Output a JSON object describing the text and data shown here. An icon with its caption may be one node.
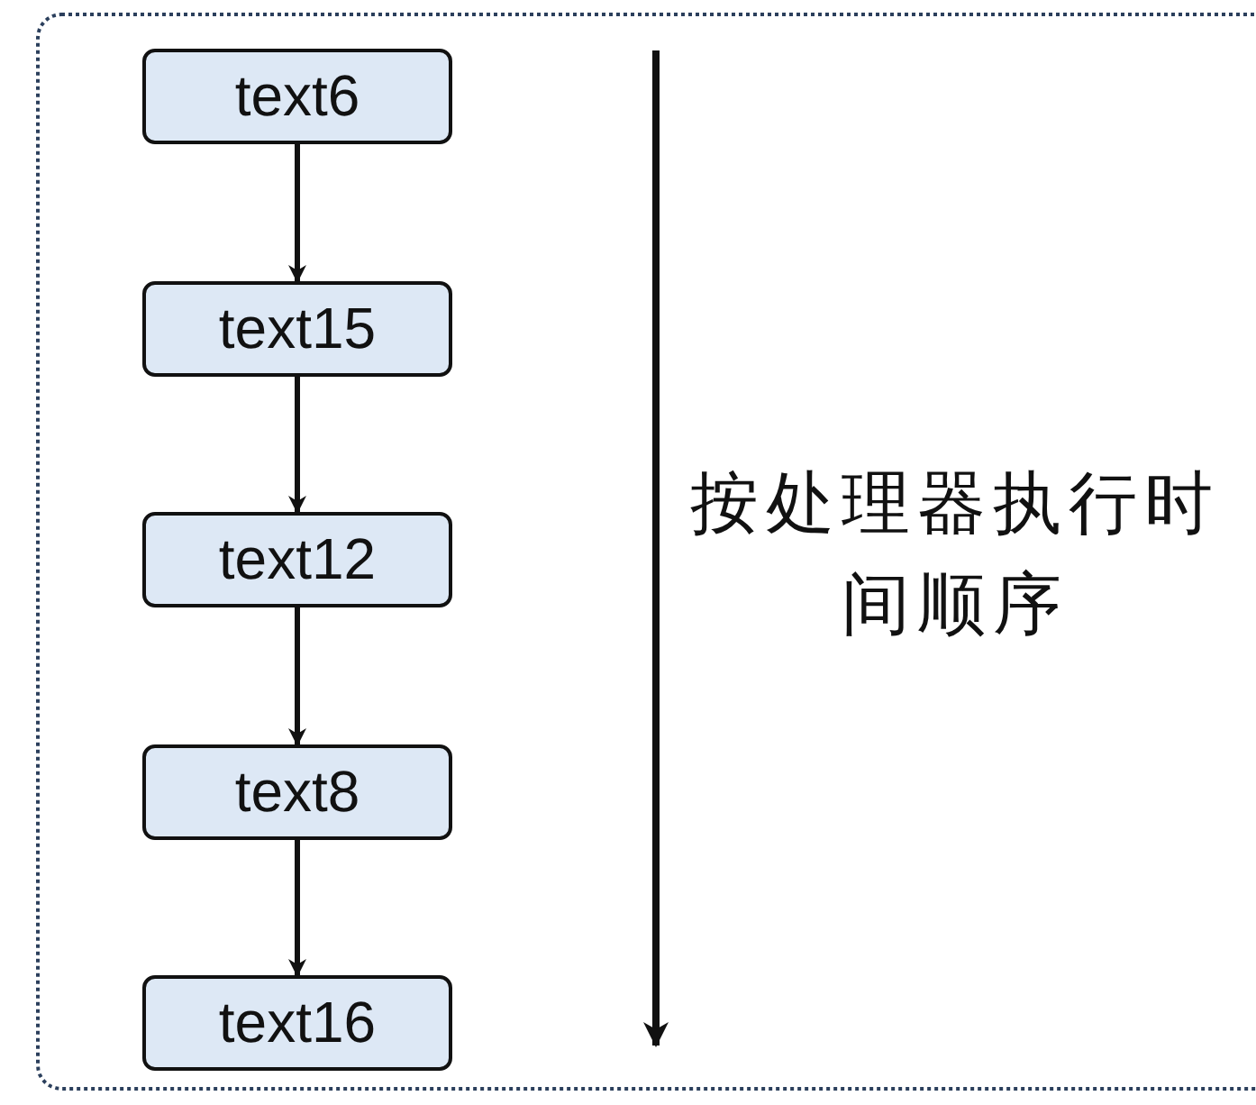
{
  "diagram": {
    "nodes": [
      {
        "text": [
          "text6"
        ]
      },
      {
        "text": [
          "text15"
        ]
      },
      {
        "text": [
          "text12"
        ]
      },
      {
        "text": [
          "text8"
        ]
      },
      {
        "text": [
          "text16"
        ]
      }
    ],
    "edges": [
      {
        "from": 0,
        "to": 1,
        "arrow": "to"
      },
      {
        "from": 1,
        "to": 2,
        "arrow": "to"
      },
      {
        "from": 2,
        "to": 3,
        "arrow": "to"
      },
      {
        "from": 3,
        "to": 4,
        "arrow": "to"
      }
    ],
    "labels": [
      "按处理器执行时间顺序"
    ]
  }
}
